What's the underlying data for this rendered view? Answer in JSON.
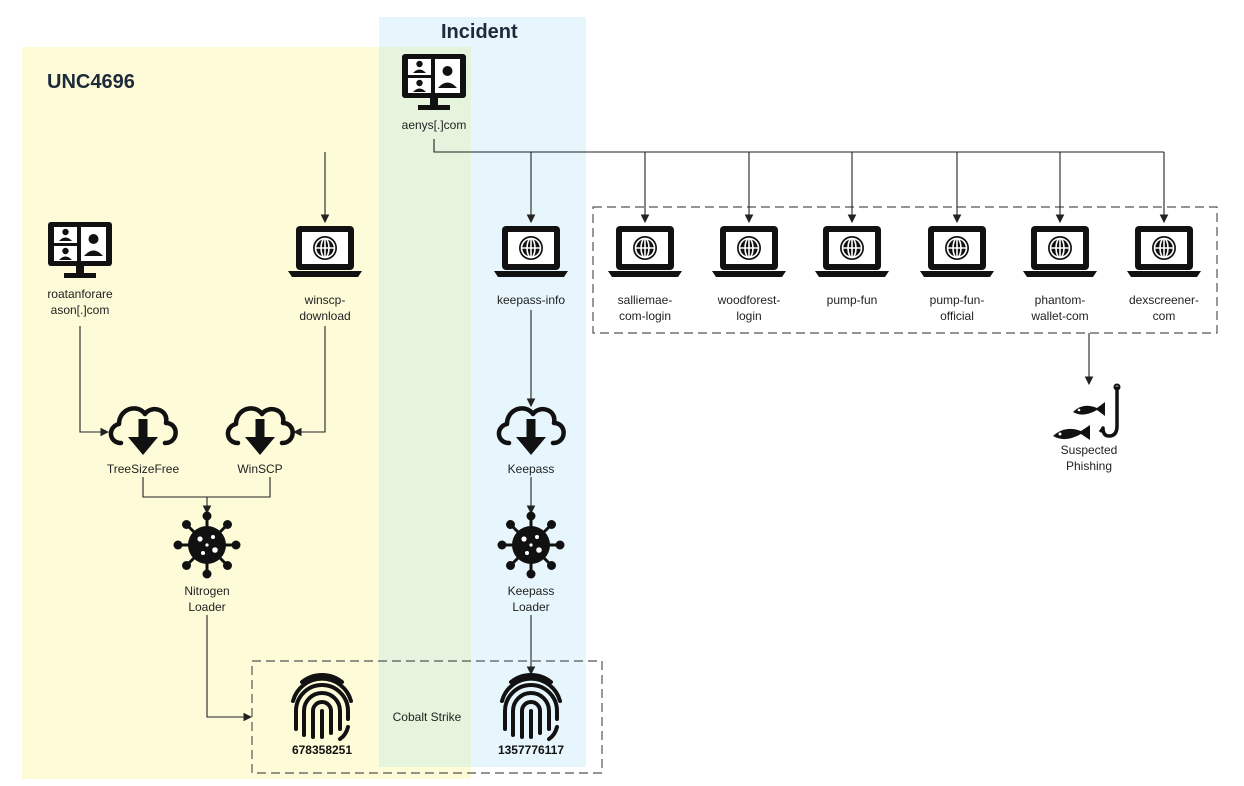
{
  "zones": {
    "unc_label": "UNC4696",
    "incident_label": "Incident"
  },
  "nodes": {
    "aenys": "aenys[.]com",
    "roatan": "roatanforare\nason[.]com",
    "winscp_download": "winscp-\ndownload",
    "keepass_info": "keepass-info",
    "salliemae": "salliemae-\ncom-login",
    "woodforest": "woodforest-\nlogin",
    "pump_fun": "pump-fun",
    "pump_fun_official": "pump-fun-\nofficial",
    "phantom": "phantom-\nwallet-com",
    "dexscreener": "dexscreener-\ncom",
    "treesizefree": "TreeSizeFree",
    "winscp": "WinSCP",
    "keepass": "Keepass",
    "nitrogen_loader": "Nitrogen\nLoader",
    "keepass_loader": "Keepass\nLoader",
    "suspected_phishing": "Suspected\nPhishing",
    "cobalt_strike": "Cobalt Strike",
    "hash1": "678358251",
    "hash2": "1357776117"
  },
  "colors": {
    "unc_zone": "#fdfbd8",
    "incident_zone": "#e6f6fc",
    "overlap_zone": "#e6f4dd",
    "icon": "#111111"
  }
}
